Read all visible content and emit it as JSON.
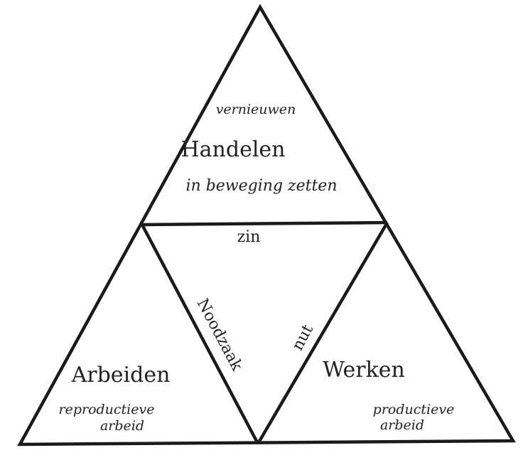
{
  "colors": {
    "stroke": "#1a1a1a",
    "ink": "#222222",
    "paper": "#ffffff"
  },
  "top": {
    "tag": "vernieuwen",
    "title": "Handelen",
    "subtitle": "in beweging zetten"
  },
  "center": {
    "top_edge": "zin",
    "left_edge": "Noodzaak",
    "right_edge": "nut"
  },
  "left": {
    "title": "Arbeiden",
    "line1": "reproductieve",
    "line2": "arbeid"
  },
  "right": {
    "title": "Werken",
    "line1": "productieve",
    "line2": "arbeid"
  }
}
